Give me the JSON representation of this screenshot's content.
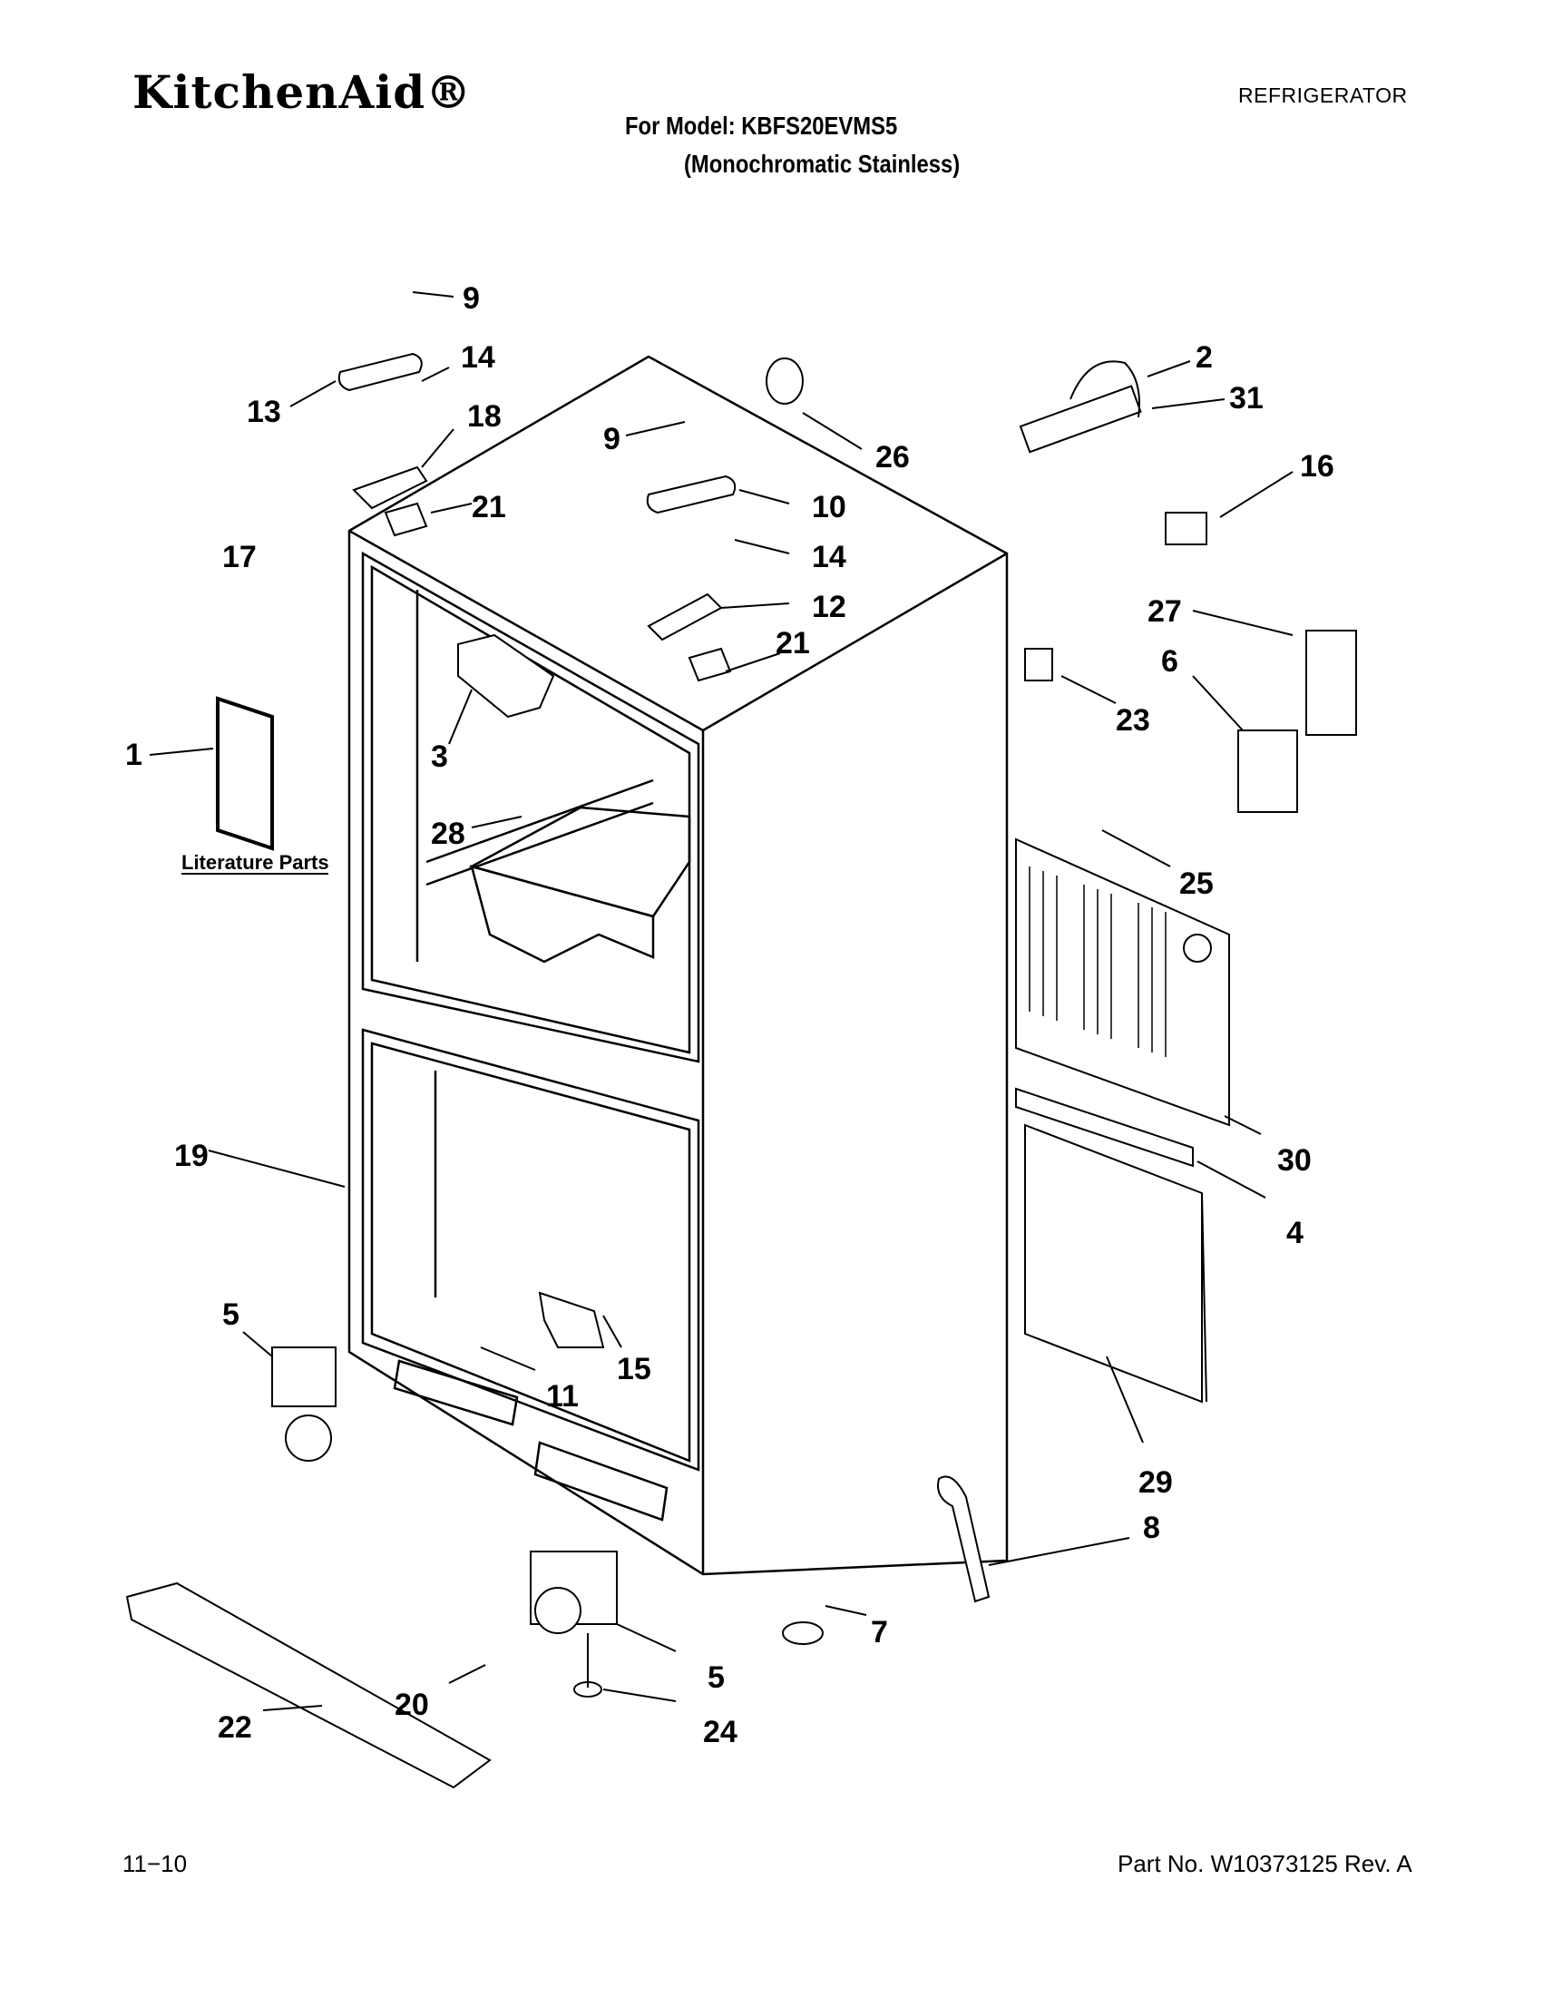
{
  "header": {
    "brand": "KitchenAid®",
    "category": "REFRIGERATOR",
    "model_line": "For Model: KBFS20EVMS5",
    "subtitle": "(Monochromatic Stainless)"
  },
  "diagram": {
    "literature_label": "Literature Parts",
    "callouts": [
      "9",
      "14",
      "13",
      "18",
      "17",
      "21",
      "9",
      "10",
      "14",
      "12",
      "21",
      "26",
      "2",
      "31",
      "16",
      "27",
      "6",
      "23",
      "1",
      "3",
      "28",
      "25",
      "30",
      "4",
      "19",
      "15",
      "5",
      "11",
      "29",
      "8",
      "7",
      "5",
      "20",
      "24",
      "22"
    ]
  },
  "footer": {
    "date": "11−10",
    "part_number": "Part No. W10373125 Rev. A"
  }
}
